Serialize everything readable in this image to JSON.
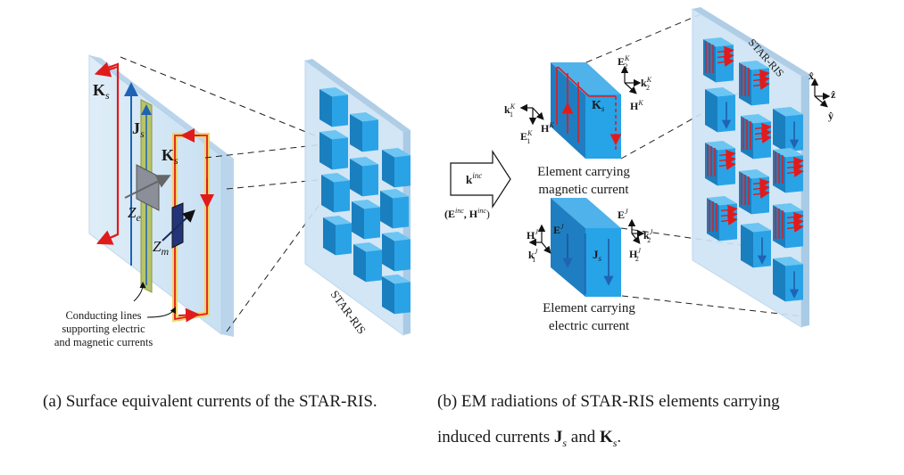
{
  "panel_a": {
    "ks_top": "K",
    "ks_top_sub": "s",
    "js": "J",
    "js_sub": "s",
    "ks_right": "K",
    "ks_right_sub": "s",
    "ze": "Z",
    "ze_sub": "e",
    "zm": "Z",
    "zm_sub": "m",
    "conducting_line1": "Conducting lines",
    "conducting_line2": "supporting electric",
    "conducting_line3": "and magnetic currents",
    "star_ris": "STAR-RIS"
  },
  "panel_b": {
    "kinc": "k",
    "kinc_sup": "inc",
    "einc": "(E",
    "einc_sup": "inc",
    "hinc": ", H",
    "hinc_sup": "inc",
    "close": ")",
    "magnetic_line1": "Element carrying",
    "magnetic_line2": "magnetic current",
    "electric_line1": "Element carrying",
    "electric_line2": "electric current",
    "ks_elem": "K",
    "ks_elem_sub": "s",
    "js_elem": "J",
    "js_elem_sub": "s",
    "e2k": "E",
    "e2k_sup": "K",
    "e2k_sub": "2",
    "k2k": "k",
    "k2k_sup": "K",
    "k2k_sub": "2",
    "hk": "H",
    "hk_sup": "K",
    "k1k": "k",
    "k1k_sup": "K",
    "k1k_sub": "1",
    "h1k": "H",
    "h1k_sup": "K",
    "e1k": "E",
    "e1k_sup": "K",
    "e1k_sub": "1",
    "ej": "E",
    "ej_sup": "J",
    "h1j": "H",
    "h1j_sup": "J",
    "h1j_sub": "1",
    "ej_left": "E",
    "ej_left_sup": "J",
    "k1j": "k",
    "k1j_sup": "J",
    "k1j_sub": "1",
    "k2j": "k",
    "k2j_sup": "J",
    "k2j_sub": "2",
    "h2j": "H",
    "h2j_sup": "J",
    "h2j_sub": "2",
    "star_ris": "STAR-RIS",
    "axis_x": "x̂",
    "axis_z": "ẑ",
    "axis_y": "ŷ"
  },
  "captions": {
    "a": "(a)  Surface equivalent currents of the STAR-RIS.",
    "b_line1": "(b)  EM radiations of STAR-RIS elements carrying",
    "b_line2_pre": "induced currents ",
    "b_js": "J",
    "b_js_sub": "s",
    "b_and": " and ",
    "b_ks": "K",
    "b_ks_sub": "s",
    "b_end": "."
  },
  "colors": {
    "panel": "#c9e2f4",
    "block_front": "#2aa3e6",
    "block_side": "#1a7fbf",
    "block_top": "#6cc5f2",
    "current_red": "#e11b1b",
    "arrow_blue": "#1f63b5"
  }
}
